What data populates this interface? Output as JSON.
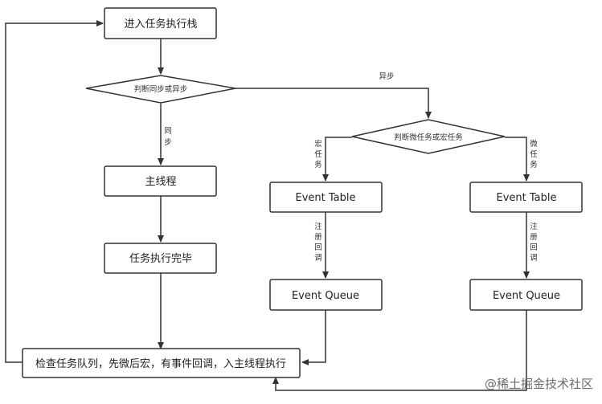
{
  "nodes": {
    "enter_stack": "进入任务执行栈",
    "judge_sync": "判断同步或异步",
    "main_thread": "主线程",
    "task_done": "任务执行完毕",
    "judge_micro_macro": "判断微任务或宏任务",
    "macro_event_table": "Event Table",
    "micro_event_table": "Event Table",
    "macro_event_queue": "Event Queue",
    "micro_event_queue": "Event Queue",
    "check_queue": "检查任务队列，先微后宏，有事件回调，入主线程执行"
  },
  "edge_labels": {
    "async": "异步",
    "sync": [
      "同",
      "步"
    ],
    "macro": [
      "宏",
      "任",
      "务"
    ],
    "micro": [
      "微",
      "任",
      "务"
    ],
    "register_left": [
      "注",
      "册",
      "回",
      "调"
    ],
    "register_right": [
      "注",
      "册",
      "回",
      "调"
    ]
  },
  "watermark": "@稀土掘金技术社区",
  "colors": {
    "stroke": "#333333",
    "fill": "#ffffff",
    "text": "#222222"
  }
}
